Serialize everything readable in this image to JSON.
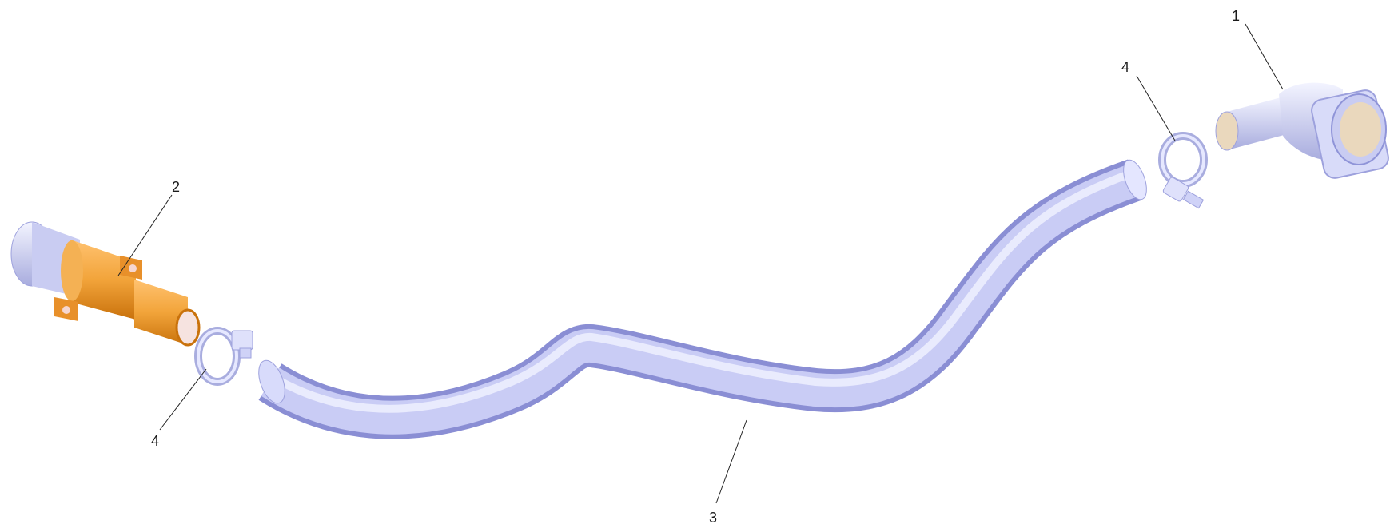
{
  "callouts": {
    "c1": "1",
    "c2": "2",
    "c3": "3",
    "c4_left": "4",
    "c4_right": "4"
  },
  "colors": {
    "hose": "#c7cbf5",
    "hose_dark": "#8f94d8",
    "connector": "#f2a43a",
    "connector_dark": "#cf7a10",
    "clamp": "#d7d9f8",
    "fitting_inner": "#ead8bd"
  }
}
